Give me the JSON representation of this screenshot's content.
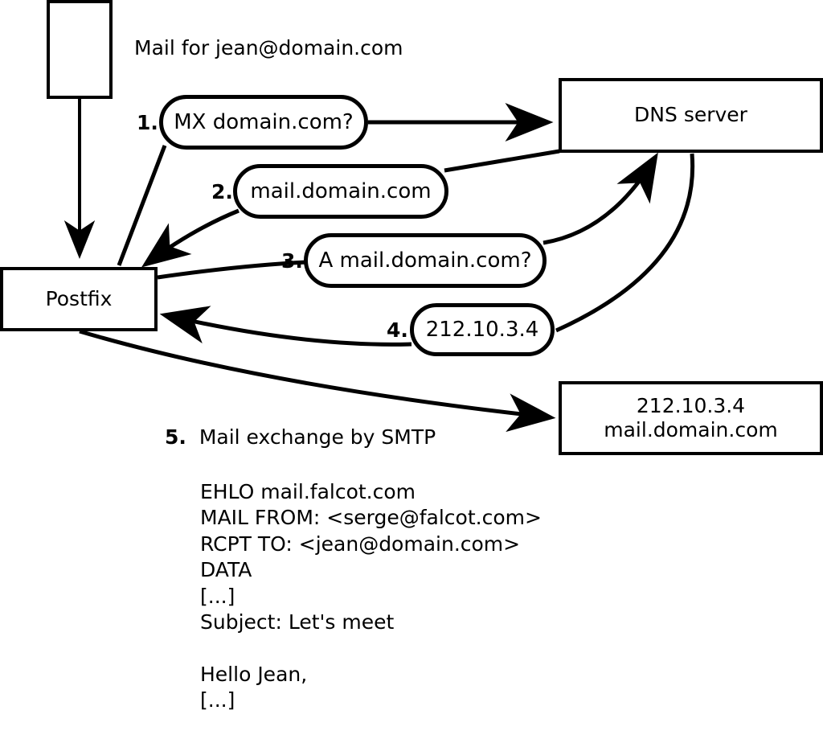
{
  "diagram": {
    "title_note": "Mail for jean@domain.com",
    "nodes": [
      {
        "id": "sender-host",
        "label": ""
      },
      {
        "id": "postfix",
        "label": "Postfix"
      },
      {
        "id": "dns-server",
        "label": "DNS server"
      },
      {
        "id": "target-mx",
        "label_line1": "212.10.3.4",
        "label_line2": "mail.domain.com"
      }
    ],
    "steps": [
      {
        "num": "1.",
        "bubble": "MX domain.com?"
      },
      {
        "num": "2.",
        "bubble": "mail.domain.com"
      },
      {
        "num": "3.",
        "bubble": "A mail.domain.com?"
      },
      {
        "num": "4.",
        "bubble": "212.10.3.4"
      },
      {
        "num": "5.",
        "label": "Mail exchange by SMTP"
      }
    ],
    "transcript": [
      "EHLO mail.falcot.com",
      "MAIL FROM: <serge@falcot.com>",
      "RCPT TO: <jean@domain.com>",
      "DATA",
      "[...]",
      "Subject: Let's meet",
      "",
      "Hello Jean,",
      "[...]",
      "",
      "."
    ],
    "colors": {
      "stroke": "#000000",
      "background": "#ffffff"
    }
  }
}
